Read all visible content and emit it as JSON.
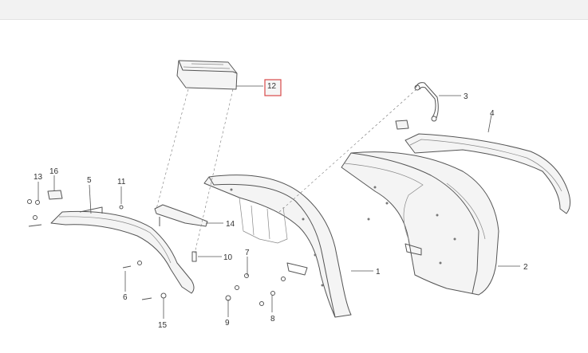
{
  "callouts": [
    "1",
    "2",
    "3",
    "4",
    "5",
    "6",
    "7",
    "8",
    "9",
    "10",
    "11",
    "12",
    "13",
    "14",
    "15",
    "16"
  ],
  "highlight_color": "#d84a4a",
  "highlighted_callout": "12"
}
